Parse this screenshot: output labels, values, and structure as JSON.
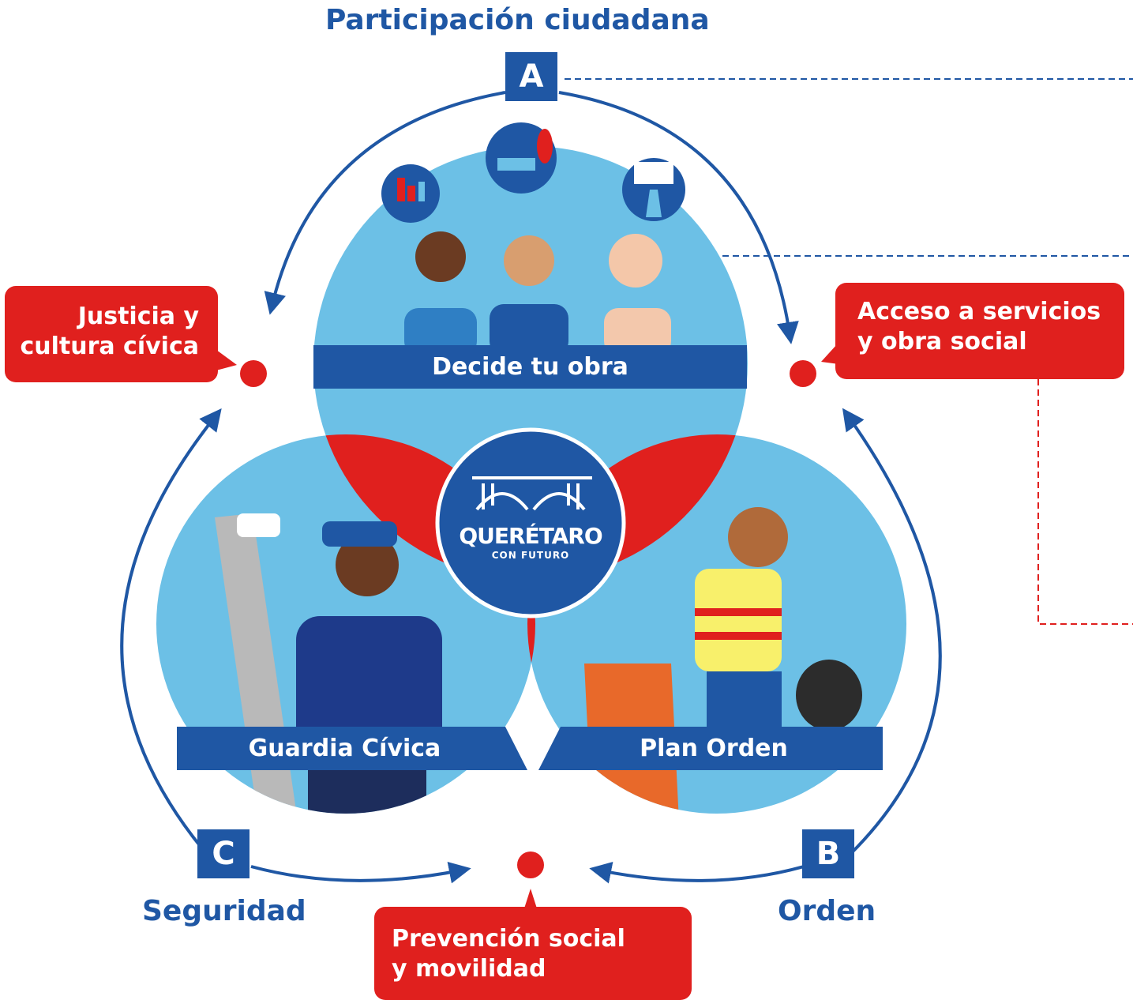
{
  "pillars": [
    {
      "letter": "A",
      "title": "Participación ciudadana"
    },
    {
      "letter": "B",
      "title": "Orden"
    },
    {
      "letter": "C",
      "title": "Seguridad"
    }
  ],
  "programs": {
    "top": "Decide tu obra",
    "left": "Guardia Cívica",
    "right": "Plan Orden"
  },
  "outcomes": {
    "justicia": "Justicia y\ncultura cívica",
    "acceso": "Acceso a servicios\ny obra social",
    "prevencion": "Prevención social\ny movilidad"
  },
  "logo": {
    "name": "QUERÉTARO",
    "tagline": "CON FUTURO"
  },
  "colors": {
    "blue": "#1f57a4",
    "light_blue": "#6cc0e6",
    "red": "#e0201e"
  }
}
